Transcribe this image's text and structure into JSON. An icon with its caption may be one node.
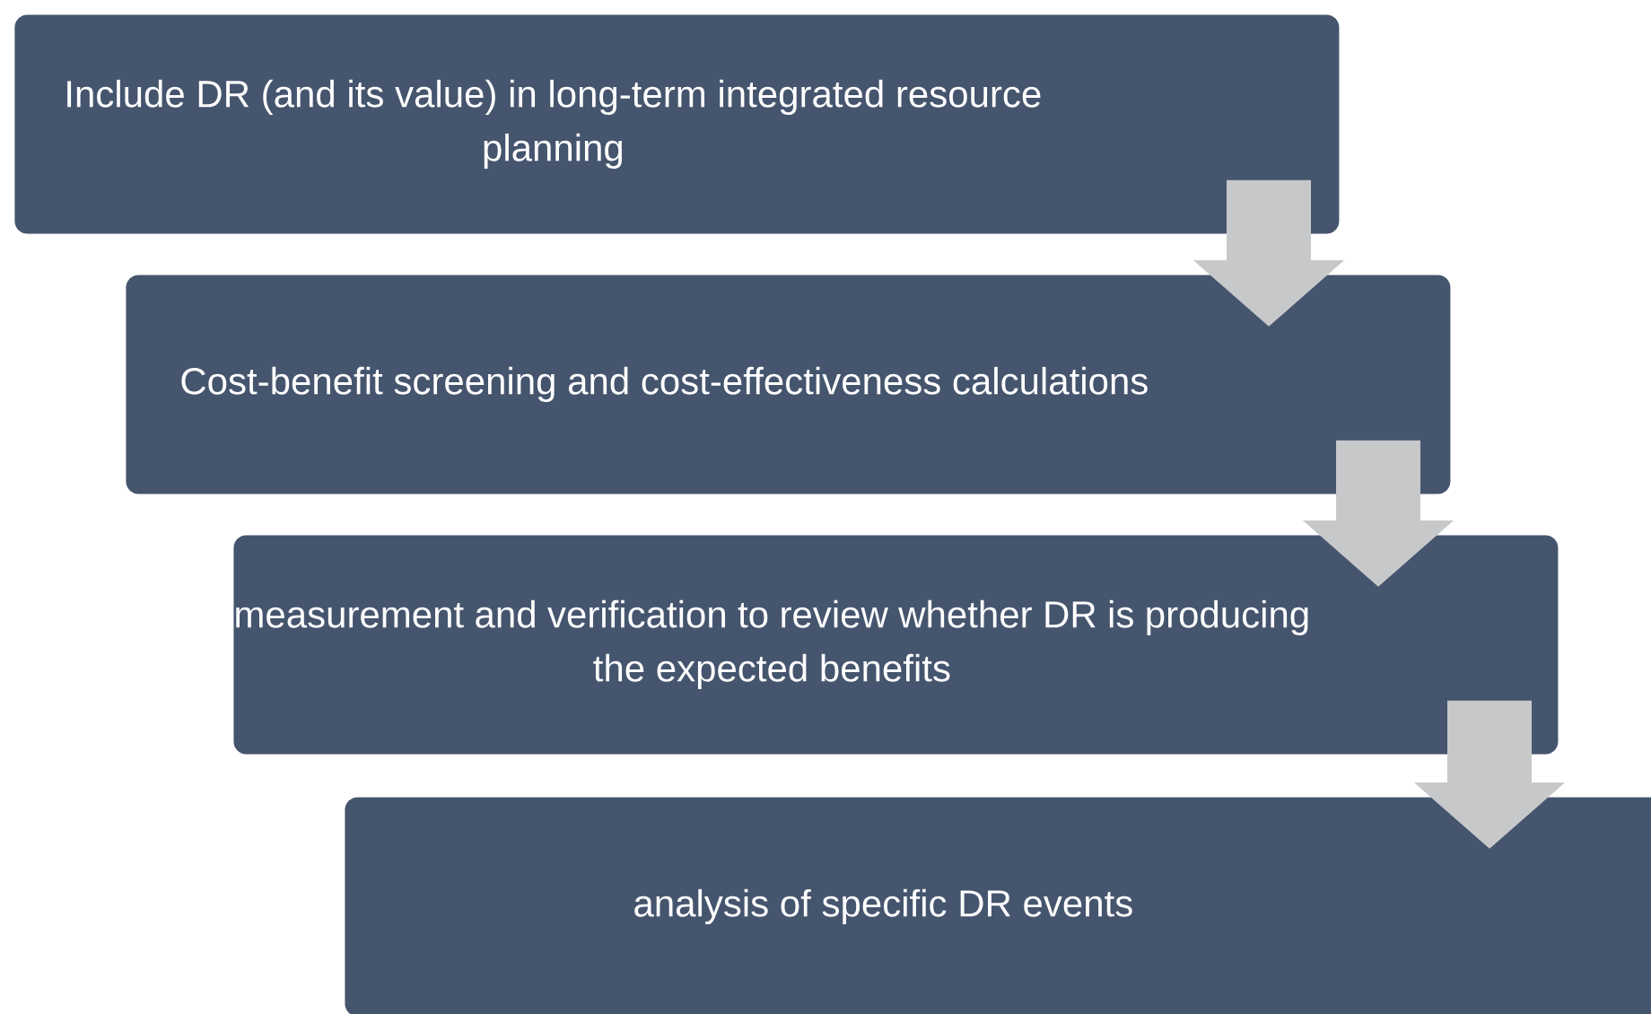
{
  "diagram": {
    "nodes": [
      {
        "text": [
          "Include DR (and its value) in long-term integrated resource planning"
        ]
      },
      {
        "text": [
          "Cost-benefit screening and cost-effectiveness calculations"
        ]
      },
      {
        "text": [
          "measurement and verification to review whether DR is producing the expected benefits"
        ]
      },
      {
        "text": [
          "analysis of specific DR events"
        ]
      }
    ],
    "edges": [
      {
        "from": 0,
        "to": 1,
        "arrow": "to"
      },
      {
        "from": 1,
        "to": 2,
        "arrow": "to"
      },
      {
        "from": 2,
        "to": 3,
        "arrow": "to"
      }
    ]
  }
}
